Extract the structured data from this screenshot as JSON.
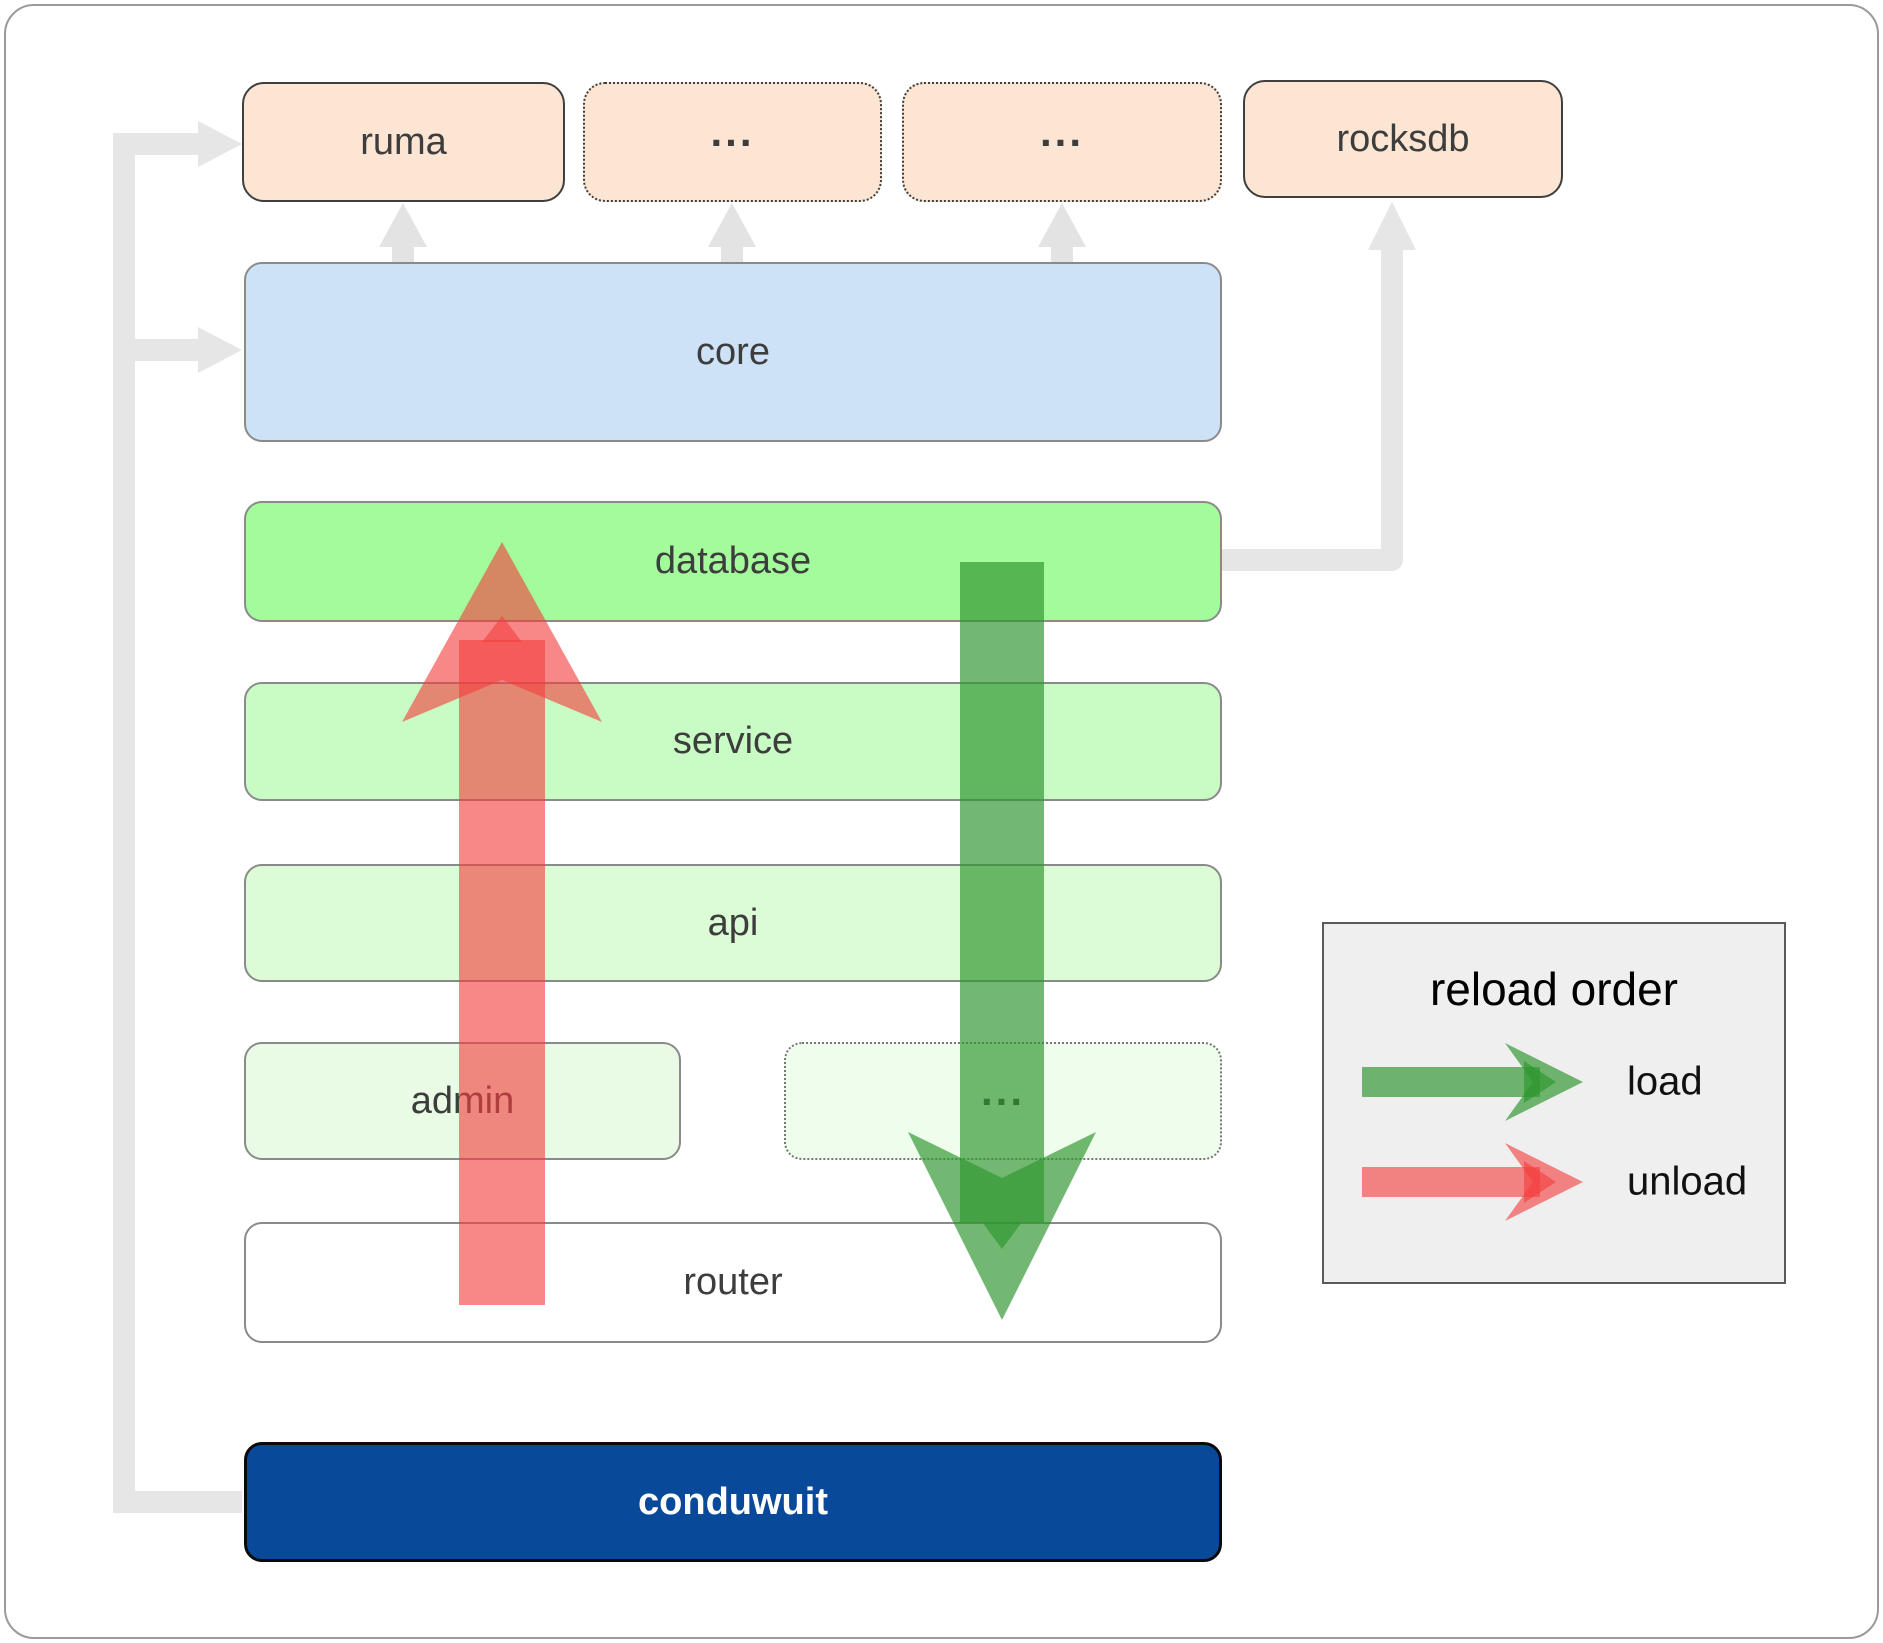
{
  "boxes": {
    "ruma": "ruma",
    "ellipsis1": "...",
    "ellipsis2": "...",
    "rocksdb": "rocksdb",
    "core": "core",
    "database": "database",
    "service": "service",
    "api": "api",
    "admin": "admin",
    "ellipsis3": "...",
    "router": "router",
    "conduwuit": "conduwuit"
  },
  "legend": {
    "title": "reload order",
    "load_label": "load",
    "unload_label": "unload"
  },
  "colors": {
    "load_arrow_green": "#2f962f",
    "unload_arrow_red": "#f33f3f",
    "connector_gray": "#e6e6e6",
    "crate_fill_peach": "#fce5d2",
    "core_fill_blue": "#cde1f7",
    "database_fill_green": "#a3fb9c",
    "service_fill_green": "#c9fbc4",
    "api_fill_green": "#dbfcd5",
    "admin_fill_green": "#e9fbe5",
    "router_fill": "#ffffff",
    "conduwuit_fill_blue": "#09499a",
    "legend_bg": "#efefef"
  }
}
